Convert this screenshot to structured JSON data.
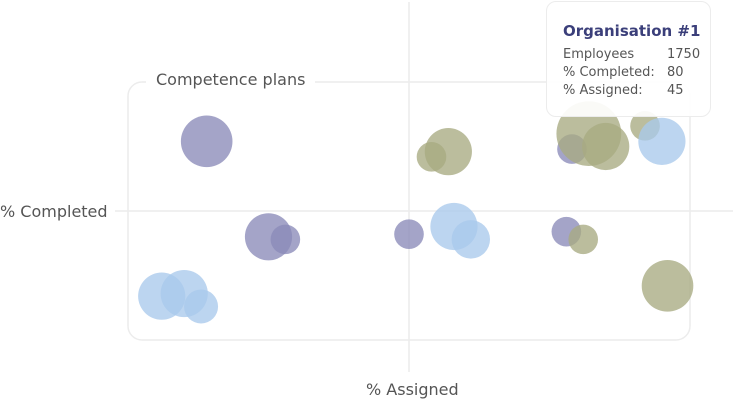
{
  "chart_data": {
    "type": "scatter",
    "title": "Competence plans",
    "xlabel": "% Assigned",
    "ylabel": "% Completed",
    "xlim": [
      0,
      100
    ],
    "ylim": [
      0,
      100
    ],
    "grid": false,
    "legend": "none",
    "series": [
      {
        "color": "#8a8ab8",
        "points": [
          {
            "x": 14,
            "y": 77,
            "size": 9
          },
          {
            "x": 25,
            "y": 40,
            "size": 8
          },
          {
            "x": 28,
            "y": 39,
            "size": 4
          },
          {
            "x": 50,
            "y": 41,
            "size": 4
          },
          {
            "x": 79,
            "y": 74,
            "size": 4
          },
          {
            "x": 78,
            "y": 42,
            "size": 4
          }
        ]
      },
      {
        "color": "#a8ab82",
        "points": [
          {
            "x": 57,
            "y": 73,
            "size": 8
          },
          {
            "x": 54,
            "y": 71,
            "size": 4
          },
          {
            "x": 82,
            "y": 80,
            "size": 12
          },
          {
            "x": 85,
            "y": 75,
            "size": 8
          },
          {
            "x": 92,
            "y": 83,
            "size": 4
          },
          {
            "x": 81,
            "y": 39,
            "size": 4
          },
          {
            "x": 96,
            "y": 21,
            "size": 9
          }
        ]
      },
      {
        "color": "#a9c9ec",
        "points": [
          {
            "x": 58,
            "y": 44,
            "size": 8
          },
          {
            "x": 61,
            "y": 39,
            "size": 6
          },
          {
            "x": 95,
            "y": 77,
            "size": 8
          },
          {
            "x": 6,
            "y": 17,
            "size": 8
          },
          {
            "x": 10,
            "y": 18,
            "size": 8
          },
          {
            "x": 13,
            "y": 13,
            "size": 5
          }
        ]
      }
    ]
  },
  "tooltip": {
    "title": "Organisation #1",
    "employees_label": "Employees",
    "employees_value": "1750",
    "completed_label": "% Completed:",
    "completed_value": "80",
    "assigned_label": "% Assigned:",
    "assigned_value": "45"
  }
}
